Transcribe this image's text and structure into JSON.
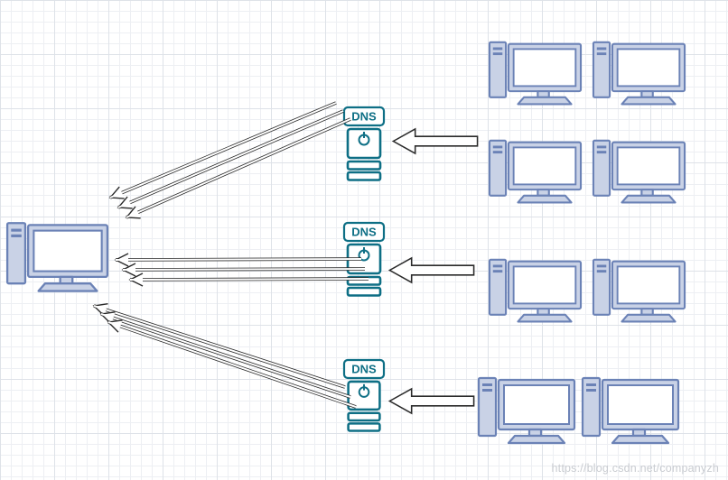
{
  "dns_servers": [
    {
      "label": "DNS"
    },
    {
      "label": "DNS"
    },
    {
      "label": "DNS"
    }
  ],
  "watermark": {
    "text": "https://blog.csdn.net/companyzh"
  },
  "palette": {
    "computer_stroke": "#6b82b6",
    "computer_fill": "#c9d2e6",
    "screen_fill": "#ffffff",
    "dns_stroke": "#0e6f85",
    "arrow_stroke": "#2a2a2a",
    "arrow_fill": "#ffffff",
    "grid_minor": "#edeff3",
    "grid_major": "#dee2e8",
    "watermark_color": "#c9ccd1"
  }
}
